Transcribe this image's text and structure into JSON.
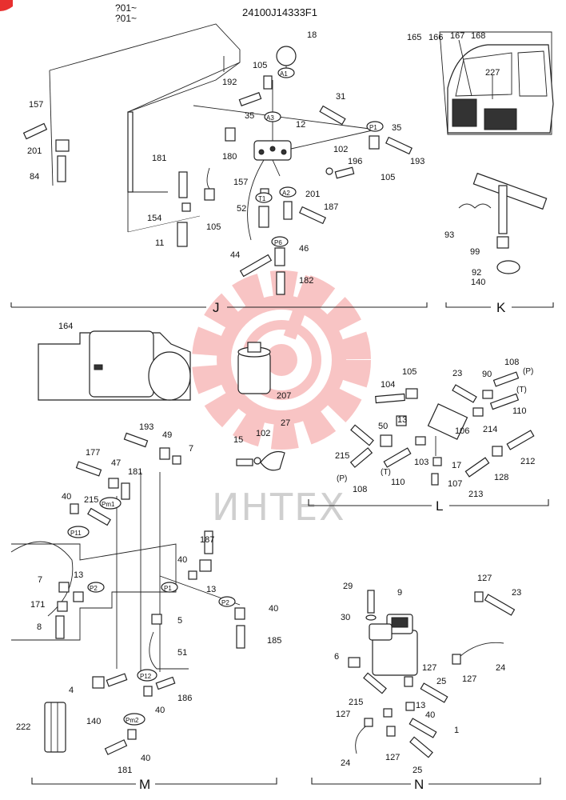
{
  "header": {
    "serial_line_1": "?01~",
    "serial_line_2": "?01~",
    "code": "24100J14333F1"
  },
  "watermark": {
    "text": "ИНТЕХ",
    "color": "#e8302f"
  },
  "sections": {
    "J": "J",
    "K": "K",
    "L": "L",
    "M": "M",
    "N": "N"
  },
  "ports": {
    "A1": "A1",
    "A2": "A2",
    "A3": "A3",
    "P1": "P1",
    "T1": "T1",
    "P6": "P6",
    "Pm1": "Pm1",
    "Pm2": "Pm2",
    "P11": "P11",
    "P12": "P12",
    "P2": "P2",
    "P1m": "P1",
    "P2b": "P2",
    "P_L1": "(P)",
    "T_L1": "(T)",
    "P_L2": "(P)",
    "T_L2": "(T)"
  },
  "parts": {
    "j18": "18",
    "j105a": "105",
    "j192": "192",
    "j157a": "157",
    "j201a": "201",
    "j84": "84",
    "j31": "31",
    "j35a": "35",
    "j12": "12",
    "j35b": "35",
    "j193": "193",
    "j180": "180",
    "j102": "102",
    "j196": "196",
    "j105b": "105",
    "j181": "181",
    "j157b": "157",
    "j201b": "201",
    "j187": "187",
    "j154": "154",
    "j52": "52",
    "j105c": "105",
    "j11": "11",
    "j44": "44",
    "j46": "46",
    "j182": "182",
    "k165": "165",
    "k166": "166",
    "k167": "167",
    "k168": "168",
    "k227": "227",
    "k93": "93",
    "k99": "99",
    "k92": "92",
    "k140": "140",
    "m164": "164",
    "m207": "207",
    "l108a": "108",
    "l23": "23",
    "l90": "90",
    "l105": "105",
    "l104": "104",
    "l110a": "110",
    "l13": "13",
    "l50": "50",
    "l214": "214",
    "l106": "106",
    "l215": "215",
    "l103": "103",
    "l17": "17",
    "l212": "212",
    "l108b": "108",
    "l110b": "110",
    "l107": "107",
    "l128": "128",
    "l213": "213",
    "m27": "27",
    "m15": "15",
    "m102": "102",
    "m193": "193",
    "m49": "49",
    "m7a": "7",
    "m177": "177",
    "m47": "47",
    "m181a": "181",
    "m40a": "40",
    "m215": "215",
    "m187": "187",
    "m40b": "40",
    "m13a": "13",
    "m7b": "7",
    "m13b": "13",
    "m171": "171",
    "m8": "8",
    "m5": "5",
    "m40c": "40",
    "m185": "185",
    "m51": "51",
    "m4": "4",
    "m186": "186",
    "m40d": "40",
    "m222": "222",
    "m140": "140",
    "m40e": "40",
    "m181b": "181",
    "n29": "29",
    "n9": "9",
    "n127a": "127",
    "n23": "23",
    "n30": "30",
    "n6": "6",
    "n127b": "127",
    "n24a": "24",
    "n25a": "25",
    "n127c": "127",
    "n215": "215",
    "n13": "13",
    "n127d": "127",
    "n40": "40",
    "n1": "1",
    "n24b": "24",
    "n127e": "127",
    "n25b": "25"
  }
}
